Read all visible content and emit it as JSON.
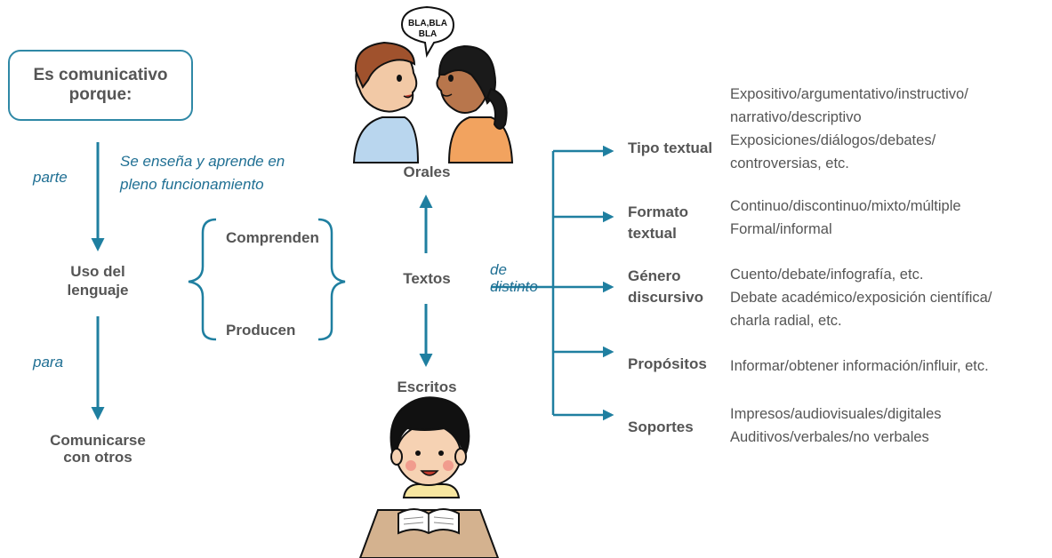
{
  "box_title": "Es comunicativo porque:",
  "left": {
    "parte": "parte",
    "funcionamiento_1": "Se enseña y aprende en",
    "funcionamiento_2": "pleno funcionamiento",
    "uso_1": "Uso del",
    "uso_2": "lenguaje",
    "para": "para",
    "comunicarse_1": "Comunicarse",
    "comunicarse_2": "con otros",
    "comprenden": "Comprenden",
    "producen": "Producen"
  },
  "center": {
    "speech": "BLA,BLA BLA",
    "orales": "Orales",
    "textos": "Textos",
    "escritos": "Escritos",
    "de": "de",
    "distinto": "distinto"
  },
  "categories": [
    {
      "label_1": "Tipo textual",
      "label_2": "",
      "desc": [
        "Expositivo/argumentativo/instructivo/",
        "narrativo/descriptivo",
        "Exposiciones/diálogos/debates/",
        "controversias, etc."
      ]
    },
    {
      "label_1": "Formato",
      "label_2": "textual",
      "desc": [
        "Continuo/discontinuo/mixto/múltiple",
        "Formal/informal"
      ]
    },
    {
      "label_1": "Género",
      "label_2": "discursivo",
      "desc": [
        "Cuento/debate/infografía, etc.",
        "Debate académico/exposición científica/",
        "charla radial, etc."
      ]
    },
    {
      "label_1": "Propósitos",
      "label_2": "",
      "desc": [
        "Informar/obtener información/influir, etc."
      ]
    },
    {
      "label_1": "Soportes",
      "label_2": "",
      "desc": [
        "Impresos/audiovisuales/digitales",
        "Auditivos/verbales/no verbales"
      ]
    }
  ],
  "colors": {
    "accent": "#1f7fa0",
    "text": "#555555",
    "italic": "#1f6f93"
  }
}
